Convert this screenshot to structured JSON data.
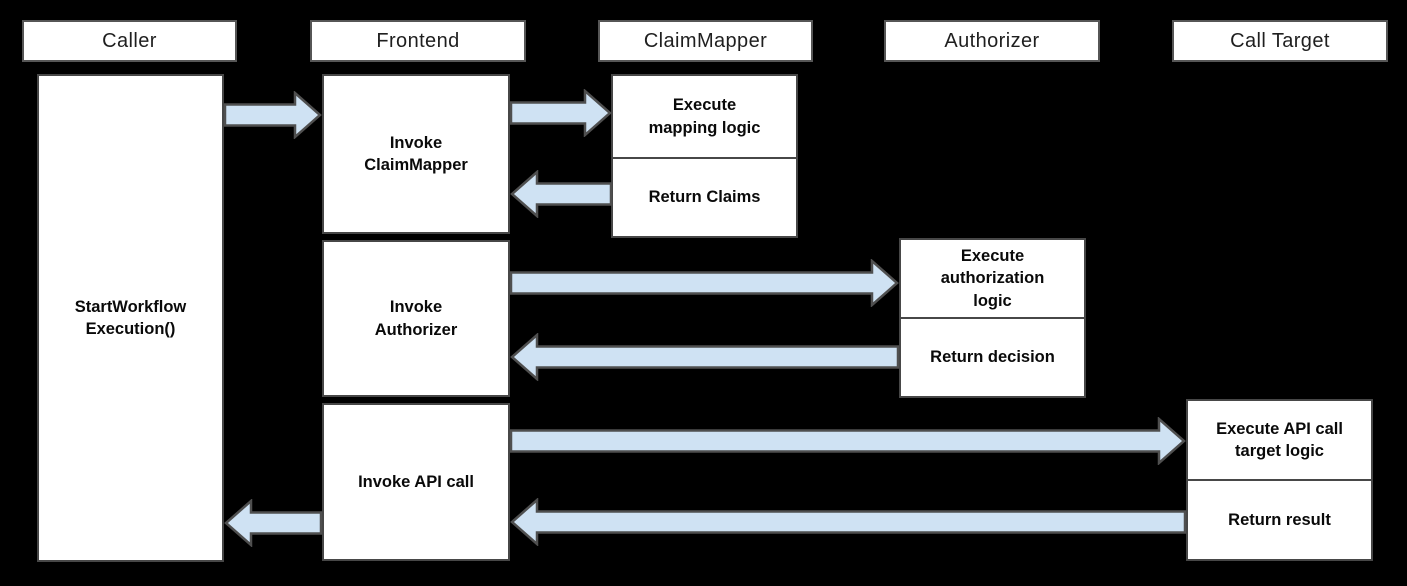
{
  "diagram_type": "sequence-diagram",
  "colors": {
    "background": "#000000",
    "box_fill": "#ffffff",
    "box_border": "#474747",
    "arrow_fill": "#cfe2f3",
    "arrow_border": "#4f4f4f",
    "text": "#0a0a0a"
  },
  "lanes": {
    "caller": {
      "label": "Caller"
    },
    "frontend": {
      "label": "Frontend"
    },
    "claimmapper": {
      "label": "ClaimMapper"
    },
    "authorizer": {
      "label": "Authorizer"
    },
    "calltarget": {
      "label": "Call Target"
    }
  },
  "steps": {
    "caller_start": {
      "label": "StartWorkflow\nExecution()"
    },
    "frontend_invoke_claimmapper": {
      "label": "Invoke\nClaimMapper"
    },
    "frontend_invoke_authorizer": {
      "label": "Invoke\nAuthorizer"
    },
    "frontend_invoke_api_call": {
      "label": "Invoke API call"
    },
    "claimmapper_execute": {
      "label": "Execute\nmapping logic"
    },
    "claimmapper_return": {
      "label": "Return Claims"
    },
    "authorizer_execute": {
      "label": "Execute\nauthorization\nlogic"
    },
    "authorizer_return": {
      "label": "Return decision"
    },
    "calltarget_execute": {
      "label": "Execute API call\ntarget logic"
    },
    "calltarget_return": {
      "label": "Return result"
    }
  },
  "arrows": [
    {
      "name": "caller-to-frontend",
      "from": "Caller",
      "to": "Frontend",
      "direction": "right"
    },
    {
      "name": "frontend-to-claimmapper",
      "from": "Frontend",
      "to": "ClaimMapper",
      "direction": "right"
    },
    {
      "name": "claimmapper-to-frontend",
      "from": "ClaimMapper",
      "to": "Frontend",
      "direction": "left"
    },
    {
      "name": "frontend-to-authorizer",
      "from": "Frontend",
      "to": "Authorizer",
      "direction": "right"
    },
    {
      "name": "authorizer-to-frontend",
      "from": "Authorizer",
      "to": "Frontend",
      "direction": "left"
    },
    {
      "name": "frontend-to-calltarget",
      "from": "Frontend",
      "to": "Call Target",
      "direction": "right"
    },
    {
      "name": "calltarget-to-frontend",
      "from": "Call Target",
      "to": "Frontend",
      "direction": "left"
    },
    {
      "name": "frontend-to-caller",
      "from": "Frontend",
      "to": "Caller",
      "direction": "left"
    }
  ]
}
